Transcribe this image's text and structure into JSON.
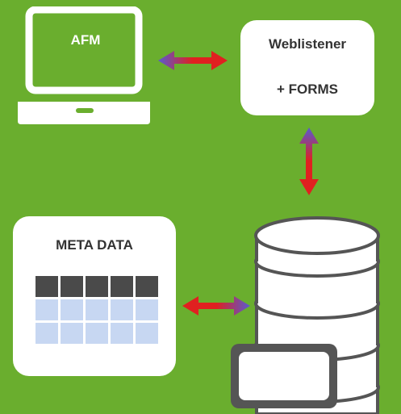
{
  "nodes": {
    "laptop": {
      "label": "AFM"
    },
    "weblistener": {
      "line1": "Weblistener",
      "line2": "+ FORMS"
    },
    "meta": {
      "title": "META DATA"
    }
  },
  "meta_table": {
    "header_cols": 5,
    "body_rows": 2
  },
  "colors": {
    "background": "#6aae2e",
    "card": "#ffffff",
    "text_dark": "#333333",
    "arrow_red": "#e02020",
    "arrow_blue": "#5a5acf",
    "db_outline": "#555555",
    "table_header": "#4a4a4a",
    "table_body": "#c7d7f2"
  },
  "icons": [
    "laptop-icon",
    "database-icon",
    "double-arrow-icon"
  ]
}
